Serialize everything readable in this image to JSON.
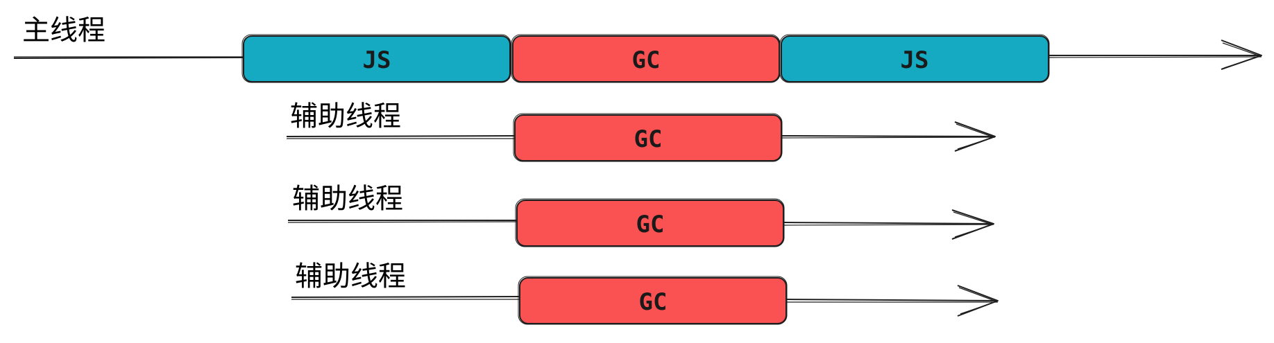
{
  "colors": {
    "js": "#15a9c2",
    "gc": "#fa5252",
    "line": "#1e1e1e"
  },
  "threads": [
    {
      "label": "主线程",
      "segments": [
        {
          "text": "JS",
          "kind": "js"
        },
        {
          "text": "GC",
          "kind": "gc"
        },
        {
          "text": "JS",
          "kind": "js"
        }
      ]
    },
    {
      "label": "辅助线程",
      "segments": [
        {
          "text": "GC",
          "kind": "gc"
        }
      ]
    },
    {
      "label": "辅助线程",
      "segments": [
        {
          "text": "GC",
          "kind": "gc"
        }
      ]
    },
    {
      "label": "辅助线程",
      "segments": [
        {
          "text": "GC",
          "kind": "gc"
        }
      ]
    }
  ]
}
